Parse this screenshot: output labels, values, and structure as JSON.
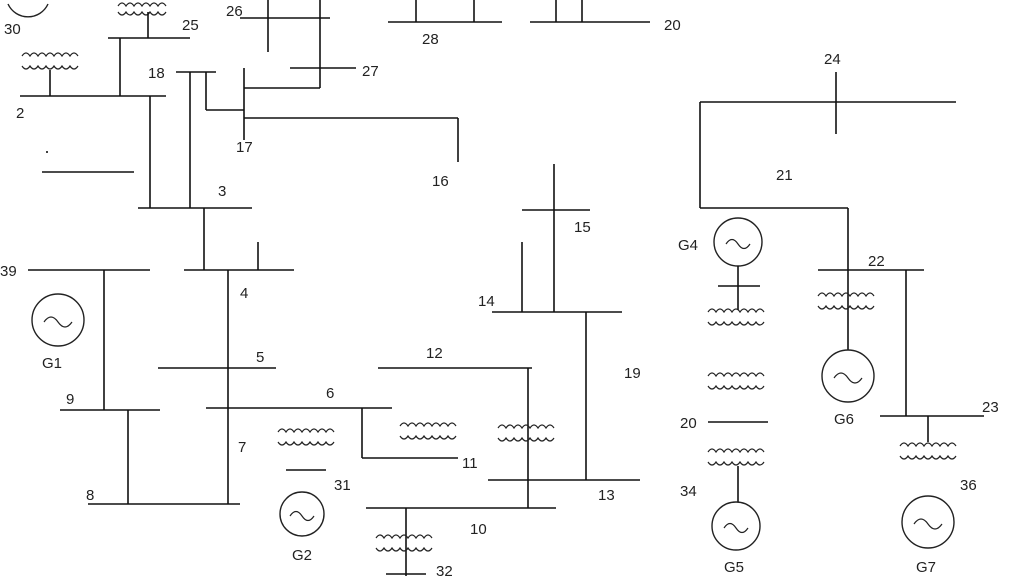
{
  "buses": {
    "b2": "2",
    "b3": "3",
    "b4": "4",
    "b5": "5",
    "b6": "6",
    "b7": "7",
    "b8": "8",
    "b9": "9",
    "b10": "10",
    "b11": "11",
    "b12": "12",
    "b13": "13",
    "b14": "14",
    "b15": "15",
    "b16": "16",
    "b17": "17",
    "b18": "18",
    "b19": "19",
    "b20": "20",
    "b20b": "20",
    "b21": "21",
    "b22": "22",
    "b23": "23",
    "b24": "24",
    "b25": "25",
    "b26": "26",
    "b27": "27",
    "b28": "28",
    "b30": "30",
    "b31": "31",
    "b32": "32",
    "b34": "34",
    "b36": "36",
    "b39": "39"
  },
  "generators": {
    "g1": "G1",
    "g2": "G2",
    "g4": "G4",
    "g5": "G5",
    "g6": "G6",
    "g7": "G7"
  }
}
